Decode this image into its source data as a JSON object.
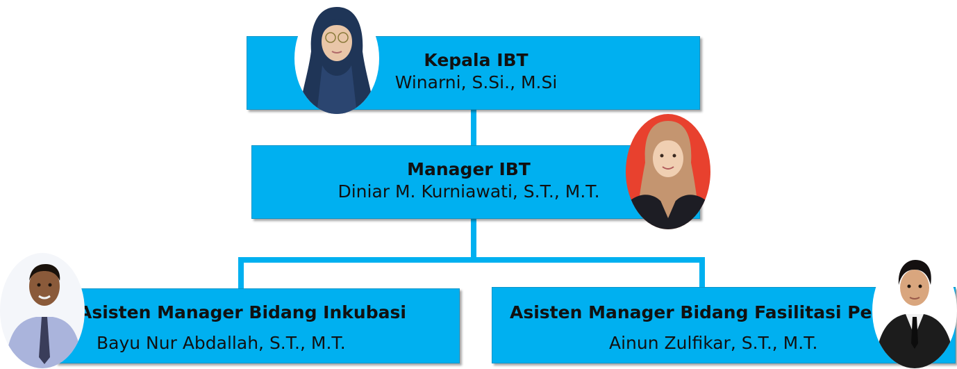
{
  "nodes": {
    "kepala": {
      "title": "Kepala IBT",
      "name": "Winarni, S.Si., M.Si"
    },
    "manager": {
      "title": "Manager IBT",
      "name": "Diniar M. Kurniawati, S.T., M.T."
    },
    "asisten_inkubasi": {
      "title": "Asisten Manager Bidang Inkubasi",
      "name": "Bayu Nur Abdallah, S.T., M.T."
    },
    "asisten_fasilitasi": {
      "title": "Asisten Manager Bidang Fasilitasi Pendanaan",
      "name": "Ainun Zulfikar, S.T., M.T."
    }
  },
  "colors": {
    "box": "#00b0f0",
    "connector": "#00b0f0"
  }
}
